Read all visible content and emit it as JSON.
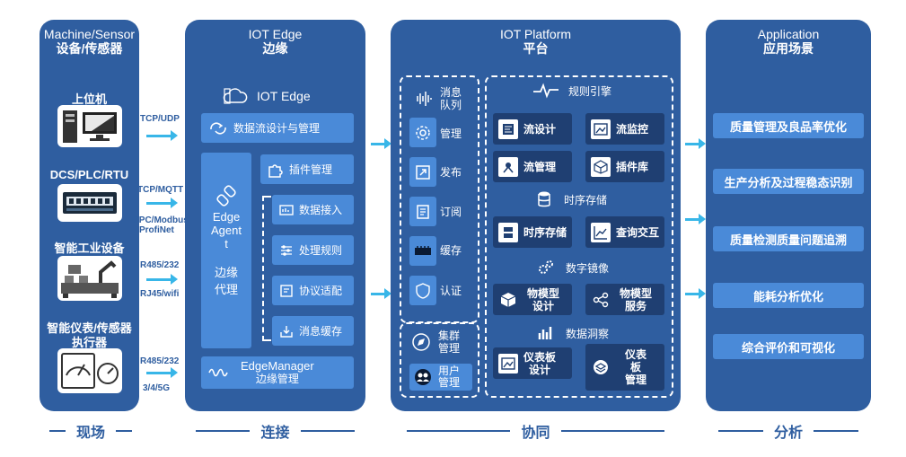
{
  "machine": {
    "title_en": "Machine/Sensor",
    "title_cn": "设备/传感器",
    "devices": [
      "上位机",
      "DCS/PLC/RTU",
      "智能工业设备",
      "智能仪表/传感器",
      "执行器"
    ],
    "protocols": [
      "TCP/UDP",
      "TCP/MQTT",
      "OPC/Modbus",
      "ProfiNet",
      "R485/232",
      "RJ45/wifi",
      "R485/232",
      "3/4/5G"
    ]
  },
  "edge": {
    "title_en": "IOT Edge",
    "title_cn": "边缘",
    "header": "IOT Edge",
    "dataflow": "数据流设计与管理",
    "agent_line1": "Edge",
    "agent_line2": "Agent",
    "agent_line3": "t",
    "agent_cn1": "边缘",
    "agent_cn2": "代理",
    "plugin": "插件管理",
    "sub_items": [
      "数据接入",
      "处理规则",
      "协议适配",
      "消息缓存"
    ],
    "manager_en": "EdgeManager",
    "manager_cn": "边缘管理"
  },
  "platform": {
    "title_en": "IOT Platform",
    "title_cn": "平台",
    "mq_title1": "消息",
    "mq_title2": "队列",
    "mq_items": [
      "管理",
      "发布",
      "订阅",
      "缓存",
      "认证"
    ],
    "cluster1": "集群",
    "cluster2": "管理",
    "user1": "用户",
    "user2": "管理",
    "rule_engine": "规则引擎",
    "flow_design": "流设计",
    "flow_monitor": "流监控",
    "flow_manage": "流管理",
    "plugin_lib": "插件库",
    "ts_storage": "时序存储",
    "ts_store": "时序存储",
    "query": "查询交互",
    "digital_mirror": "数字镜像",
    "model_design1": "物模型",
    "model_design2": "设计",
    "model_service1": "物模型",
    "model_service2": "服务",
    "data_insight": "数据洞察",
    "dash_design1": "仪表板",
    "dash_design2": "设计",
    "dash_manage1": "仪表",
    "dash_manage2": "板",
    "dash_manage3": "管理"
  },
  "application": {
    "title_en": "Application",
    "title_cn": "应用场景",
    "items": [
      "质量管理及良品率优化",
      "生产分析及过程稳态识别",
      "质量检测质量问题追溯",
      "能耗分析优化",
      "综合评价和可视化"
    ]
  },
  "footer": [
    "现场",
    "连接",
    "协同",
    "分析"
  ],
  "colors": {
    "panel": "#2f5ea0",
    "block": "#4a8ad8",
    "dark_block": "#1f3f72",
    "arrow": "#38b6e8"
  }
}
